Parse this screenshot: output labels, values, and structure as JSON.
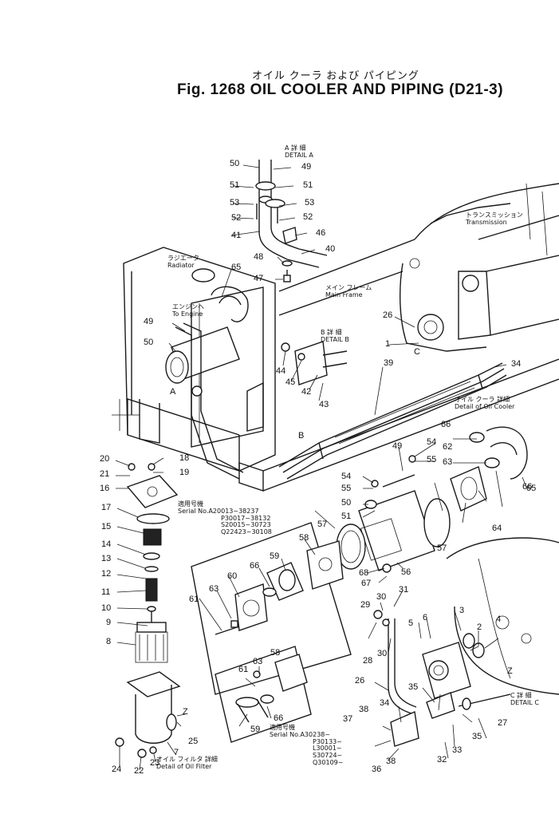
{
  "title": {
    "japanese": "オイル クーラ および パイピング",
    "english": "Fig. 1268  OIL COOLER AND PIPING (D21-3)"
  },
  "labels": {
    "detail_a": [
      "A 詳 細",
      "DETAIL A"
    ],
    "detail_b": [
      "B 詳 細",
      "DETAIL B"
    ],
    "detail_c": [
      "C 詳 細",
      "DETAIL C"
    ],
    "radiator": [
      "ラジエータ",
      "Radiator"
    ],
    "to_engine": [
      "エンジンへ",
      "To Engine"
    ],
    "main_frame": [
      "メイン フレーム",
      "Main Frame"
    ],
    "transmission": [
      "トランスミッション",
      "Transmission"
    ],
    "detail_oil_cooler": [
      "オイル クーラ 詳細",
      "Detail of Oil Cooler"
    ],
    "detail_oil_filter": [
      "オイル フィルタ 詳細",
      "Detail of Oil Filter"
    ],
    "serial_1": [
      "適用号機",
      "Serial No.A20013~38237",
      "P30017~38132",
      "S20015~30723",
      "Q22423~30108"
    ],
    "serial_2": [
      "適用号機",
      "Serial No.A30238~",
      "P30133~",
      "L30001~",
      "S30724~",
      "Q30109~"
    ],
    "letter_a": "A",
    "letter_b": "B",
    "letter_c": "C",
    "letter_z1": "Z",
    "letter_z2": "Z"
  },
  "callouts": [
    "50",
    "49",
    "51",
    "51",
    "53",
    "53",
    "52",
    "52",
    "41",
    "46",
    "40",
    "48",
    "47",
    "65",
    "49",
    "50",
    "44",
    "45",
    "42",
    "43",
    "39",
    "34",
    "26",
    "1",
    "20",
    "18",
    "21",
    "19",
    "16",
    "17",
    "15",
    "14",
    "13",
    "12",
    "11",
    "10",
    "9",
    "8",
    "7",
    "25",
    "24",
    "22",
    "23",
    "66",
    "62",
    "54",
    "55",
    "63",
    "66",
    "65",
    "49",
    "54",
    "55",
    "50",
    "51",
    "57",
    "57",
    "64",
    "56",
    "58",
    "59",
    "60",
    "61",
    "63",
    "66",
    "68",
    "67",
    "31",
    "30",
    "29",
    "28",
    "30",
    "5",
    "6",
    "3",
    "2",
    "4",
    "58",
    "63",
    "61",
    "66",
    "59",
    "26",
    "35",
    "38",
    "37",
    "34",
    "35",
    "36",
    "38",
    "33",
    "32",
    "27"
  ]
}
